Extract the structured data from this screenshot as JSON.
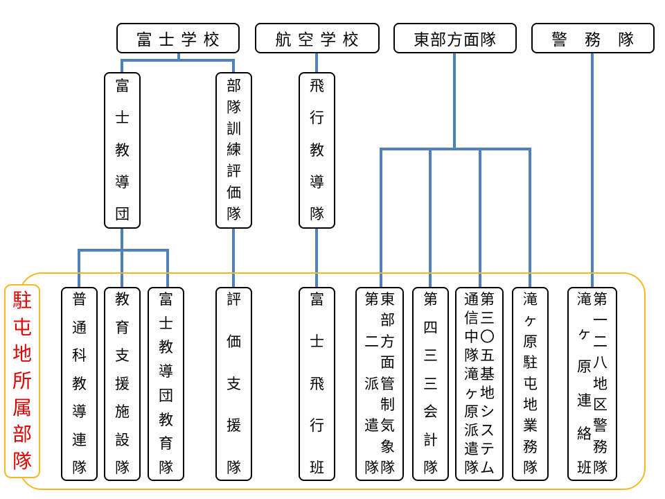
{
  "top_units": [
    {
      "id": "fuji-school",
      "label": "富 士 学 校"
    },
    {
      "id": "aviation-school",
      "label": "航 空 学 校"
    },
    {
      "id": "eastern-army",
      "label": "東部方面隊"
    },
    {
      "id": "police-unit",
      "label": "警　務　隊"
    }
  ],
  "mid_units": [
    {
      "id": "fuji-instruction-group",
      "columns": [
        "富士教導団"
      ]
    },
    {
      "id": "unit-training-eval-unit",
      "columns": [
        "部隊訓練評価隊"
      ]
    },
    {
      "id": "flight-instruction-unit",
      "columns": [
        "飛行教導隊"
      ]
    }
  ],
  "group_label": "駐屯地所属部隊",
  "bottom_units": [
    {
      "id": "general-instruction-regiment",
      "columns": [
        "普通科教導連隊"
      ]
    },
    {
      "id": "education-support-facility-unit",
      "columns": [
        "教育支援施設隊"
      ]
    },
    {
      "id": "fuji-instruction-group-education-unit",
      "columns": [
        "富士教導団教育隊"
      ]
    },
    {
      "id": "evaluation-support-unit",
      "columns": [
        "評価支援隊"
      ]
    },
    {
      "id": "fuji-flight-squad",
      "columns": [
        "富士飛行班"
      ]
    },
    {
      "id": "eastern-weather-detachment",
      "columns": [
        "東部方面管制気象隊",
        "第二派遣隊"
      ]
    },
    {
      "id": "accounting-unit-433",
      "columns": [
        "第四三三会計隊"
      ]
    },
    {
      "id": "signal-detachment-305",
      "columns": [
        "第三〇五基地システム",
        "通信中隊滝ヶ原派遣隊"
      ]
    },
    {
      "id": "takigahara-garrison-service-unit",
      "columns": [
        "滝ヶ原駐屯地業務隊"
      ]
    },
    {
      "id": "police-liaison-squad-128",
      "columns": [
        "第一二八地区警務隊",
        "滝ヶ原連絡班"
      ]
    }
  ]
}
